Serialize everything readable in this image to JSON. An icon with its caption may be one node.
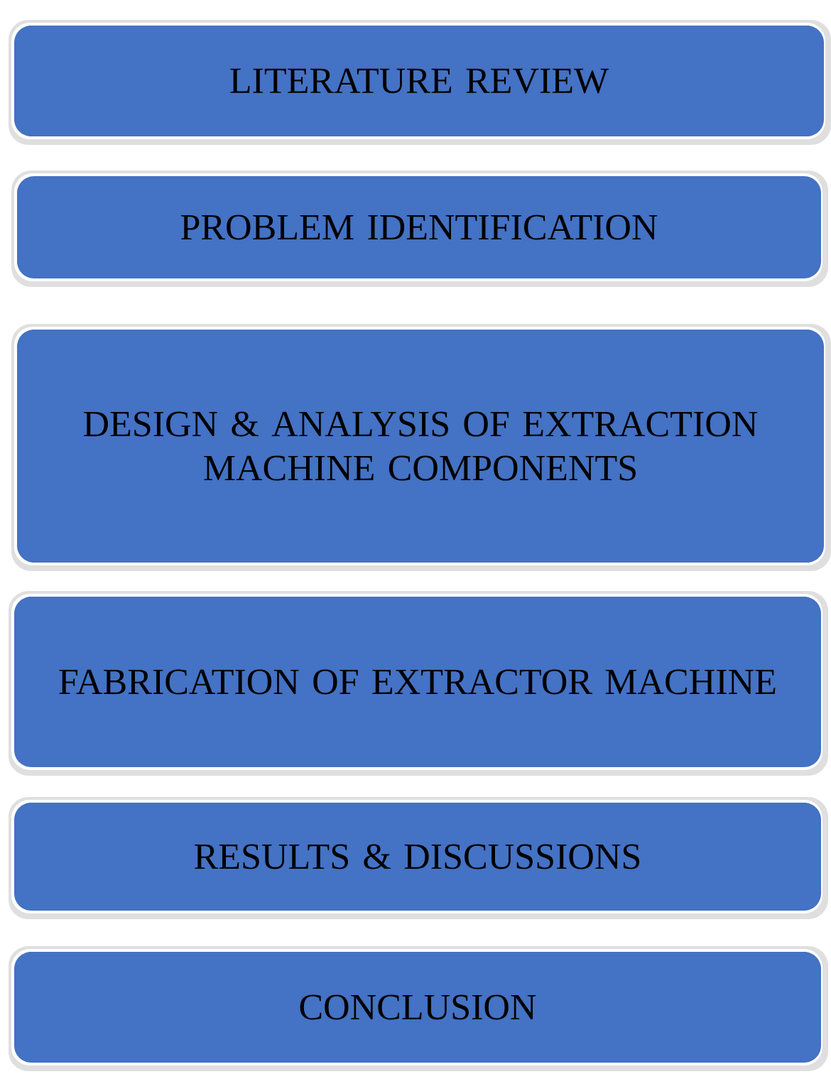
{
  "diagram": {
    "nodes": [
      {
        "text": [
          "LITERATURE REVIEW"
        ]
      },
      {
        "text": [
          "PROBLEM IDENTIFICATION"
        ]
      },
      {
        "text": [
          "DESIGN & ANALYSIS OF EXTRACTION MACHINE COMPONENTS"
        ]
      },
      {
        "text": [
          "FABRICATION OF EXTRACTOR MACHINE"
        ]
      },
      {
        "text": [
          "RESULTS & DISCUSSIONS"
        ]
      },
      {
        "text": [
          "CONCLUSION"
        ]
      }
    ]
  }
}
